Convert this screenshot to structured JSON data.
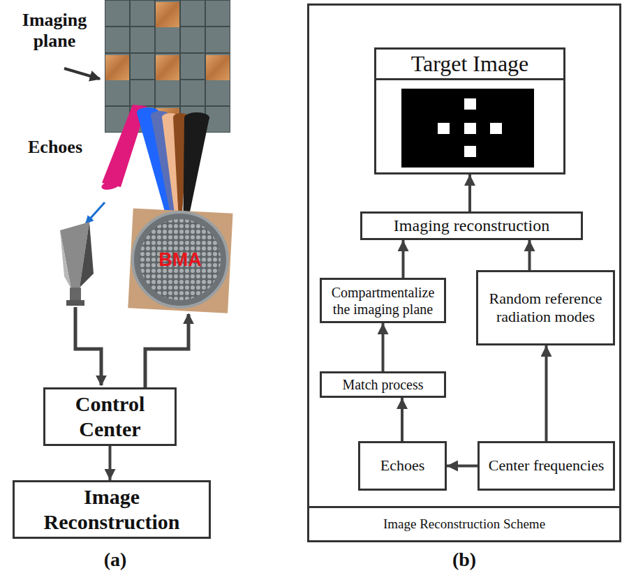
{
  "diagram": {
    "nodes": [
      {
        "text": [
          "Control Center"
        ]
      },
      {
        "text": [
          "Image Reconstruction"
        ]
      },
      {
        "text": [
          "Image Reconstruction Scheme"
        ]
      },
      {
        "text": [
          "Target Image"
        ],
        "in": 2
      },
      {
        "text": [
          "Imaging reconstruction"
        ],
        "in": 2
      },
      {
        "text": [
          "Compartmentalize the imaging plane"
        ],
        "in": 2
      },
      {
        "text": [
          "Random reference radiation modes"
        ],
        "in": 2
      },
      {
        "text": [
          "Match process"
        ],
        "in": 2
      },
      {
        "text": [
          "Echoes"
        ],
        "in": 2
      },
      {
        "text": [
          "Center frequencies"
        ],
        "in": 2
      }
    ],
    "edges": [
      {
        "from": 0,
        "to": 1,
        "arrow": "to"
      },
      {
        "from": 4,
        "to": 3,
        "arrow": "to"
      },
      {
        "from": 5,
        "to": 4,
        "arrow": "to"
      },
      {
        "from": 6,
        "to": 4,
        "arrow": "to"
      },
      {
        "from": 7,
        "to": 5,
        "arrow": "to"
      },
      {
        "from": 8,
        "to": 7,
        "arrow": "to"
      },
      {
        "from": 9,
        "to": 8,
        "arrow": "to"
      },
      {
        "from": 9,
        "to": 6,
        "arrow": "to"
      }
    ],
    "labels": [
      "Imaging plane",
      "Echoes",
      "BMA",
      "(a)",
      "(b)"
    ]
  }
}
